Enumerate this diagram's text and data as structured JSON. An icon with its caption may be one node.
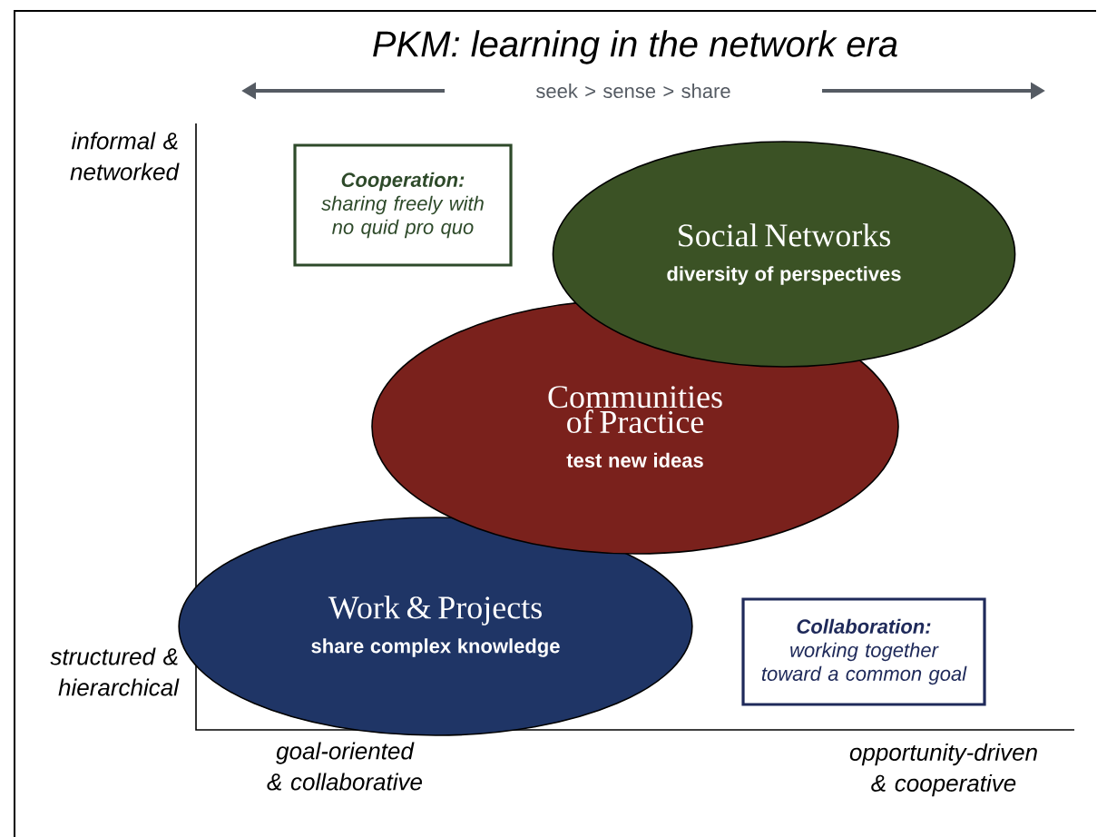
{
  "diagram": {
    "title": "PKM: learning in the network era",
    "nodes": [
      {
        "text": [
          "Cooperation:",
          "sharing freely with no quid pro quo"
        ]
      },
      {
        "text": [
          "Social Networks",
          "diversity of perspectives"
        ]
      },
      {
        "text": [
          "Communities of Practice",
          "test new ideas"
        ]
      },
      {
        "text": [
          "Work  & Projects",
          "share complex knowledge"
        ]
      },
      {
        "text": [
          "Collaboration:",
          "working together toward a common goal"
        ]
      }
    ],
    "labels": [
      "seek > sense > share",
      "informal & networked",
      "structured & hierarchical",
      "goal-oriented & collaborative",
      "opportunity-driven & cooperative"
    ]
  }
}
